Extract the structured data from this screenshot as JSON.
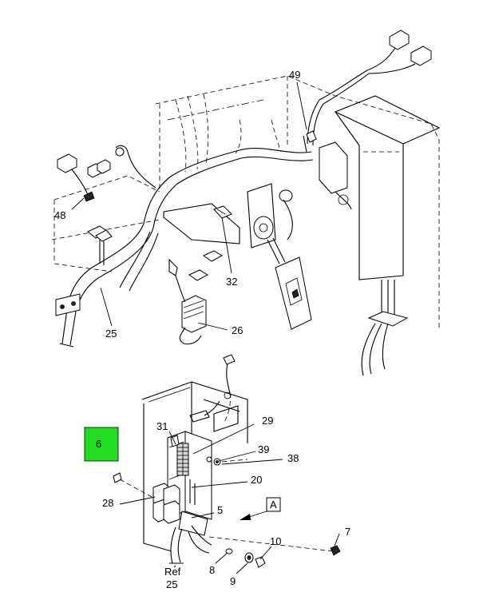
{
  "callouts": {
    "c49": "49",
    "c48": "48",
    "c32": "32",
    "c25_top": "25",
    "c26": "26",
    "c31": "31",
    "c29": "29",
    "c39": "39",
    "c38": "38",
    "c20": "20",
    "c28": "28",
    "c5": "5",
    "c7": "7",
    "c10": "10",
    "c8": "8",
    "c9": "9",
    "c6": "6",
    "ref_text": "Ref",
    "ref_num": "25",
    "view_a": "A"
  },
  "colors": {
    "highlight": "#22dd22",
    "line": "#000000",
    "background": "#ffffff"
  }
}
